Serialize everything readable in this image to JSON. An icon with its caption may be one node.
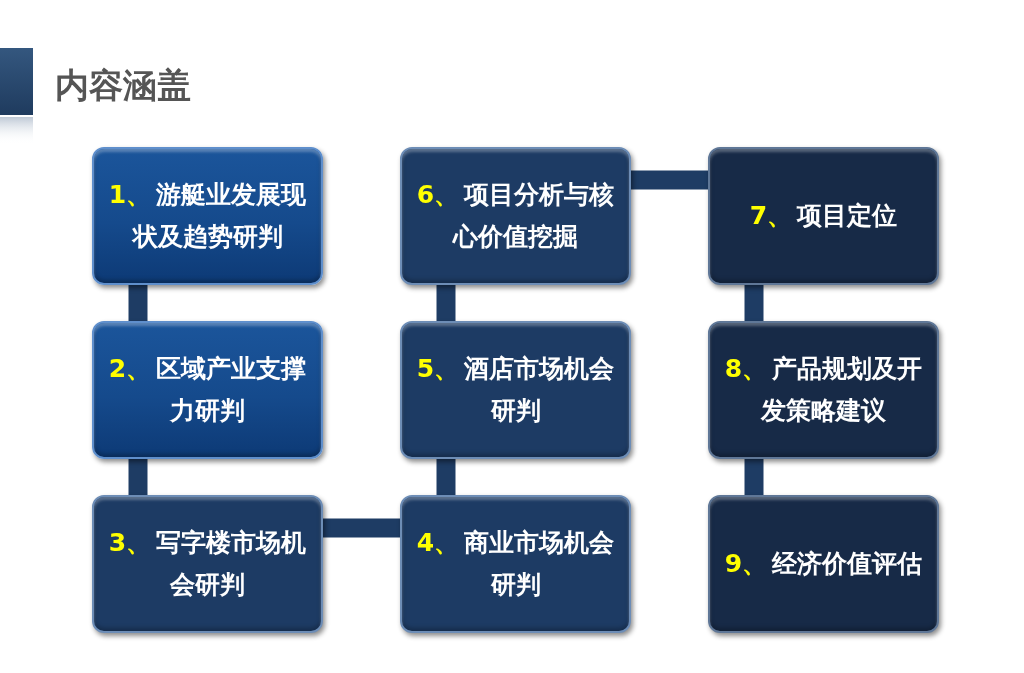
{
  "diagram": {
    "title": "内容涵盖",
    "nodes": [
      {
        "text": [
          "1、",
          "游艇业发展现状及趋势研判"
        ]
      },
      {
        "text": [
          "2、",
          "区域产业支撑力研判"
        ]
      },
      {
        "text": [
          "3、",
          "写字楼市场机会研判"
        ]
      },
      {
        "text": [
          "4、",
          "商业市场机会研判"
        ]
      },
      {
        "text": [
          "5、",
          "酒店市场机会研判"
        ]
      },
      {
        "text": [
          "6、",
          "项目分析与核心价值挖掘"
        ]
      },
      {
        "text": [
          "7、",
          "项目定位"
        ]
      },
      {
        "text": [
          "8、",
          "产品规划及开发策略建议"
        ]
      },
      {
        "text": [
          "9、",
          "经济价值评估"
        ]
      }
    ],
    "edges": [
      {
        "from": 0,
        "to": 1,
        "arrow": "none"
      },
      {
        "from": 1,
        "to": 2,
        "arrow": "none"
      },
      {
        "from": 2,
        "to": 3,
        "arrow": "none"
      },
      {
        "from": 3,
        "to": 4,
        "arrow": "none"
      },
      {
        "from": 4,
        "to": 5,
        "arrow": "none"
      },
      {
        "from": 5,
        "to": 6,
        "arrow": "none"
      },
      {
        "from": 6,
        "to": 7,
        "arrow": "none"
      },
      {
        "from": 7,
        "to": 8,
        "arrow": "none"
      }
    ]
  }
}
